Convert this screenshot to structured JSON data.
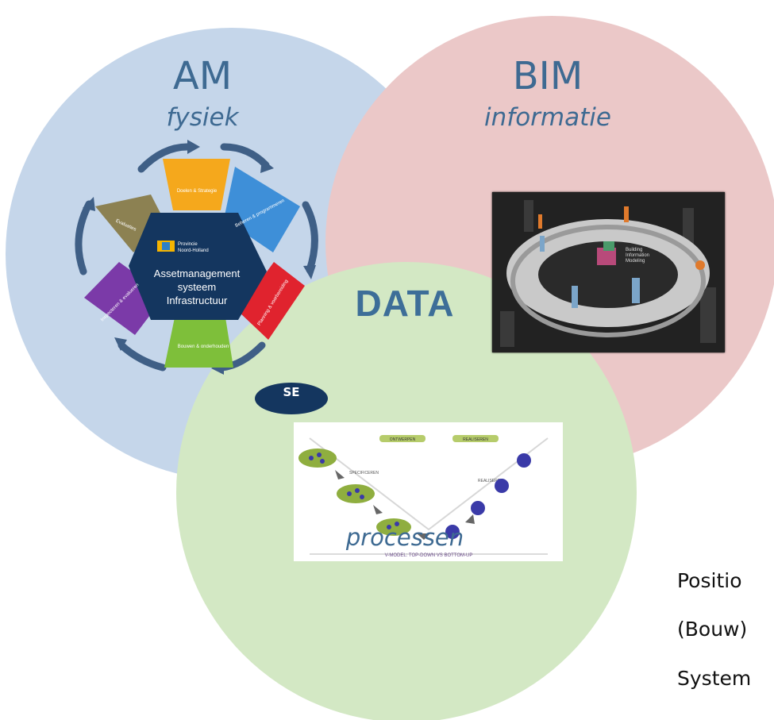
{
  "venn": {
    "am": {
      "title": "AM",
      "subtitle": "fysiek",
      "color": "#c5d6ea"
    },
    "bim": {
      "title": "BIM",
      "subtitle": "informatie",
      "color": "#ebc8c8"
    },
    "processen": {
      "subtitle": "processen",
      "color": "#d3e8c4"
    },
    "center": "DATA"
  },
  "am_wheel": {
    "center_lines": [
      "Assetmanagement",
      "systeem",
      "Infrastructuur"
    ],
    "logo_text": [
      "Provincie",
      "Noord-Holland"
    ],
    "segments": [
      {
        "label": "Doelen & Strategie",
        "color": "#f5a81c"
      },
      {
        "label": "Beheren & programmeren",
        "color": "#3e8fd8"
      },
      {
        "label": "Planning & voorbereiding",
        "color": "#e0232e"
      },
      {
        "label": "Bouwen & onderhouden",
        "color": "#7ebf3a"
      },
      {
        "label": "Inspecteren & evalueren",
        "color": "#7b3aa8"
      },
      {
        "label": "Evaluaties",
        "color": "#8c8152"
      }
    ]
  },
  "se_badge": "SE",
  "v_model": {
    "top_left": "ONTWERPEN",
    "top_right": "REALISEREN",
    "left_mid": "SPECIFICEREN",
    "right_mid": "REALISEREN",
    "footer": "V-MODEL: TOP-DOWN VS BOTTOM-UP"
  },
  "bim_image": {
    "center_lines": [
      "Building",
      "Information",
      "Modeling"
    ]
  },
  "side_text": [
    "Positio",
    "(Bouw)",
    "System"
  ]
}
